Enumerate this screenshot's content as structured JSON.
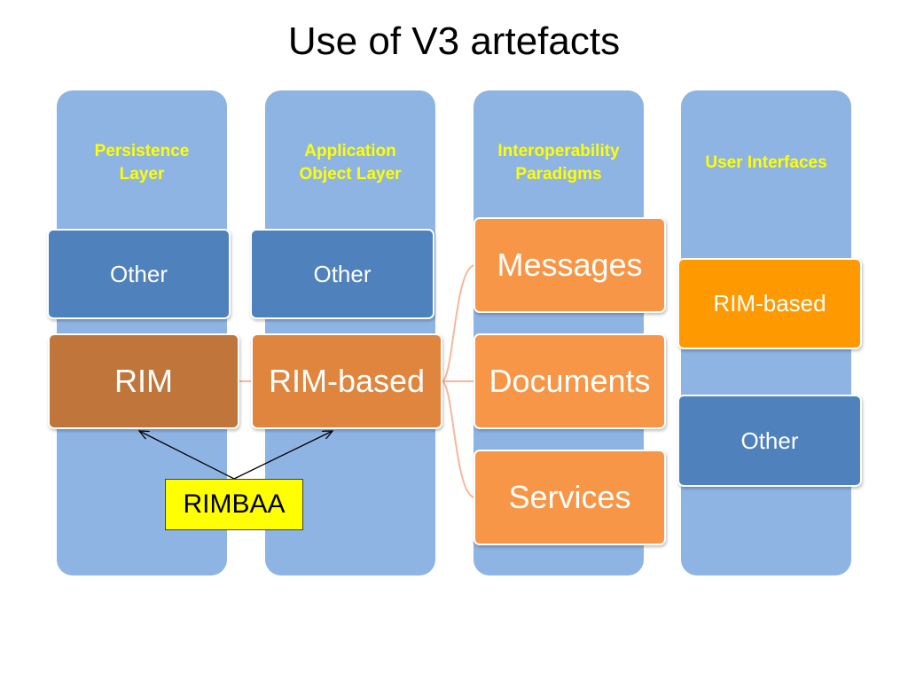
{
  "title": "Use of V3 artefacts",
  "columns": [
    {
      "header_line1": "Persistence",
      "header_line2": "Layer",
      "boxes": [
        "Other",
        "RIM"
      ]
    },
    {
      "header_line1": "Application",
      "header_line2": "Object Layer",
      "boxes": [
        "Other",
        "RIM-based"
      ]
    },
    {
      "header_line1": "Interoperability",
      "header_line2": "Paradigms",
      "boxes": [
        "Messages",
        "Documents",
        "Services"
      ]
    },
    {
      "header_line1": "User Interfaces",
      "boxes": [
        "RIM-based",
        "Other"
      ]
    }
  ],
  "callout": "RIMBAA",
  "colors": {
    "column_bg": "#8eb4e3",
    "header_text": "#ffff00",
    "blue_box": "#4f81bd",
    "rim_box": "#c0763a",
    "orange_box": "#f79646",
    "bright_orange_box": "#ff9900",
    "callout_bg": "#ffff00",
    "connector": "#f4b89a"
  }
}
